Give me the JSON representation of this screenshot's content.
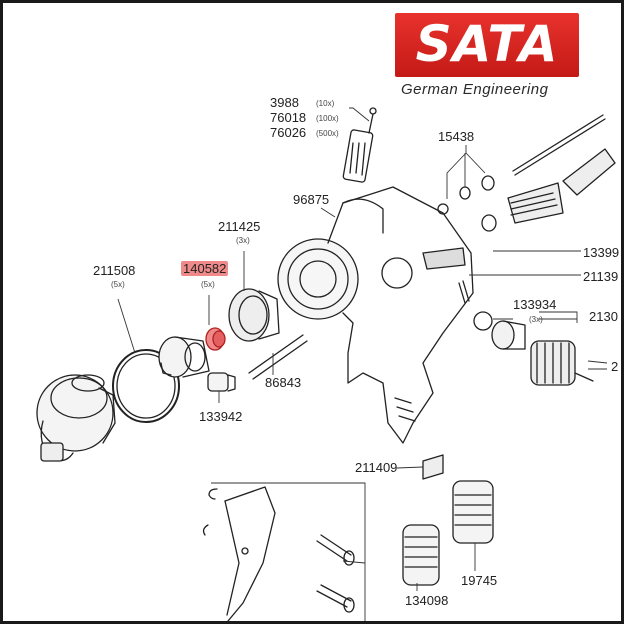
{
  "brand": {
    "logo": "SATA",
    "tagline": "German Engineering"
  },
  "parts": {
    "p3988": "3988",
    "p3988_qty": "(10x)",
    "p76018": "76018",
    "p76018_qty": "(100x)",
    "p76026": "76026",
    "p76026_qty": "(500x)",
    "p15438": "15438",
    "p96875": "96875",
    "p211425": "211425",
    "p211425_qty": "(3x)",
    "p133990": "13399",
    "p211508": "211508",
    "p211508_qty": "(5x)",
    "p140582": "140582",
    "p140582_qty": "(5x)",
    "p21139": "21139",
    "p133934": "133934",
    "p133934_qty": "(3x)",
    "p2130": "2130",
    "p2": "2",
    "p86843": "86843",
    "p133942": "133942",
    "p211409": "211409",
    "p134098": "134098",
    "p19745": "19745"
  },
  "highlight_color": "#f08a8a"
}
